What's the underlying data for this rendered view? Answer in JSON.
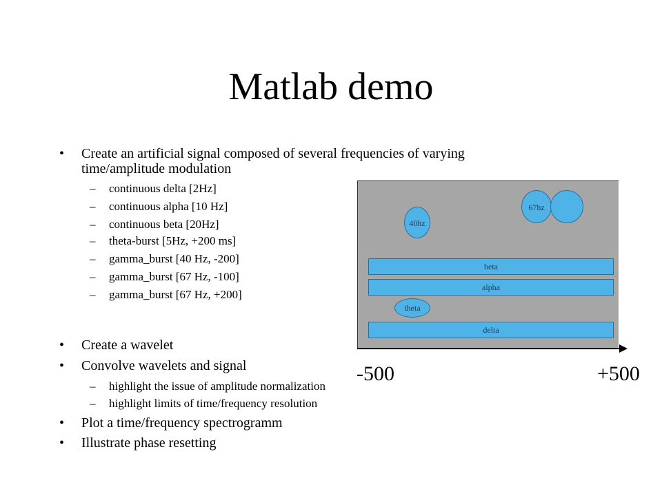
{
  "title": "Matlab demo",
  "bullets": [
    {
      "text": "Create an artificial signal composed of several frequencies of varying",
      "text_cont": "time/amplitude modulation",
      "sub": [
        "continuous delta [2Hz]",
        "continuous alpha [10 Hz]",
        "continuous beta [20Hz]",
        "theta-burst [5Hz, +200 ms]",
        "gamma_burst [40 Hz, -200]",
        "gamma_burst [67 Hz, -100]",
        "gamma_burst [67 Hz, +200]"
      ]
    },
    {
      "text": "Create a wavelet"
    },
    {
      "text": "Convolve wavelets and signal",
      "sub": [
        "highlight the issue of amplitude normalization",
        "highlight limits of time/frequency resolution"
      ]
    },
    {
      "text": "Plot a time/frequency spectrogramm"
    },
    {
      "text": "Illustrate phase resetting"
    }
  ],
  "bullet_glyph": "•",
  "dash_glyph": "–",
  "diagram": {
    "bands": {
      "beta": "beta",
      "alpha": "alpha",
      "delta": "delta"
    },
    "blobs": {
      "theta": "theta",
      "g40": "40hz",
      "g67": "67hz",
      "g67b": ""
    },
    "axis_left": "-500",
    "axis_right": "+500",
    "colors": {
      "fill": "#4fb3e8",
      "background": "#a6a6a6"
    }
  }
}
